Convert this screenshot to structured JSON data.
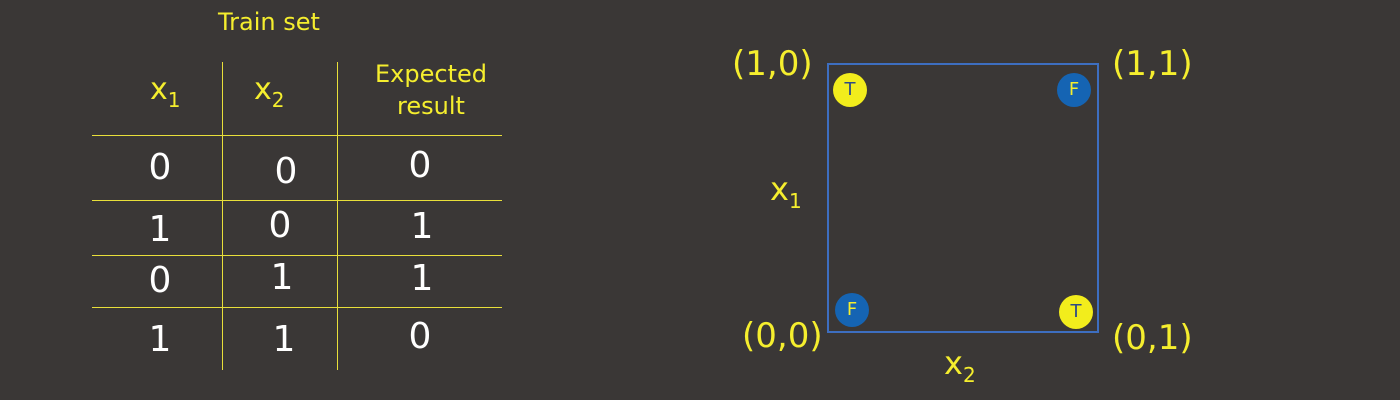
{
  "table": {
    "title": "Train set",
    "headers": {
      "x1": {
        "base": "x",
        "sub": "1"
      },
      "x2": {
        "base": "x",
        "sub": "2"
      },
      "expected": {
        "line1": "Expected",
        "line2": "result"
      }
    },
    "rows": [
      {
        "x1": "0",
        "x2": "0",
        "result": "0"
      },
      {
        "x1": "1",
        "x2": "0",
        "result": "1"
      },
      {
        "x1": "0",
        "x2": "1",
        "result": "1"
      },
      {
        "x1": "1",
        "x2": "1",
        "result": "0"
      }
    ]
  },
  "plot": {
    "corners": {
      "top_left": "(1,0)",
      "top_right": "(1,1)",
      "bottom_left": "(0,0)",
      "bottom_right": "(0,1)"
    },
    "axis_left": {
      "base": "x",
      "sub": "1"
    },
    "axis_bottom": {
      "base": "x",
      "sub": "2"
    },
    "points": {
      "top_left": "T",
      "top_right": "F",
      "bottom_left": "F",
      "bottom_right": "T"
    }
  },
  "colors": {
    "background": "#3a3736",
    "text_yellow": "#f5ee2e",
    "square_border": "#3d6ec0",
    "true_dot": "#f2ed1c",
    "false_dot": "#1564b3"
  }
}
